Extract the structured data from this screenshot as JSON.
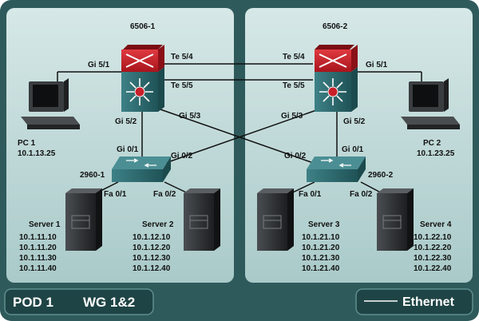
{
  "pod_label": "POD 1",
  "wg_label": "WG 1&2",
  "legend_label": "Ethernet",
  "colors": {
    "frame": "#2f5a5b",
    "panel": "#b9d6d5",
    "bar": "#1f4445",
    "router_red": "#c8202a",
    "switch_teal": "#2e6e72",
    "link": "#111111"
  },
  "routers": [
    {
      "name": "6506-1"
    },
    {
      "name": "6506-2"
    }
  ],
  "switches": [
    {
      "name": "2960-1"
    },
    {
      "name": "2960-2"
    }
  ],
  "pcs": [
    {
      "name": "PC 1",
      "ip": "10.1.13.25"
    },
    {
      "name": "PC 2",
      "ip": "10.1.23.25"
    }
  ],
  "servers": [
    {
      "name": "Server 1",
      "ips": [
        "10.1.11.10",
        "10.1.11.20",
        "10.1.11.30",
        "10.1.11.40"
      ]
    },
    {
      "name": "Server 2",
      "ips": [
        "10.1.12.10",
        "10.1.12.20",
        "10.1.12.30",
        "10.1.12.40"
      ]
    },
    {
      "name": "Server 3",
      "ips": [
        "10.1.21.10",
        "10.1.21.20",
        "10.1.21.30",
        "10.1.21.40"
      ]
    },
    {
      "name": "Server 4",
      "ips": [
        "10.1.22.10",
        "10.1.22.20",
        "10.1.22.30",
        "10.1.22.40"
      ]
    }
  ],
  "ports": {
    "r1_pc": "Gi 5/1",
    "r1_te4": "Te 5/4",
    "r1_te5": "Te 5/5",
    "r1_sw1": "Gi 5/2",
    "r1_sw2": "Gi 5/3",
    "r2_pc": "Gi 5/1",
    "r2_te4": "Te 5/4",
    "r2_te5": "Te 5/5",
    "r2_sw1": "Gi 5/3",
    "r2_sw2": "Gi 5/2",
    "sw1_r1": "Gi 0/1",
    "sw1_r2": "Gi 0/2",
    "sw1_s1": "Fa 0/1",
    "sw1_s2": "Fa 0/2",
    "sw2_r1": "Gi 0/2",
    "sw2_r2": "Gi 0/1",
    "sw2_s3": "Fa 0/1",
    "sw2_s4": "Fa 0/2"
  }
}
